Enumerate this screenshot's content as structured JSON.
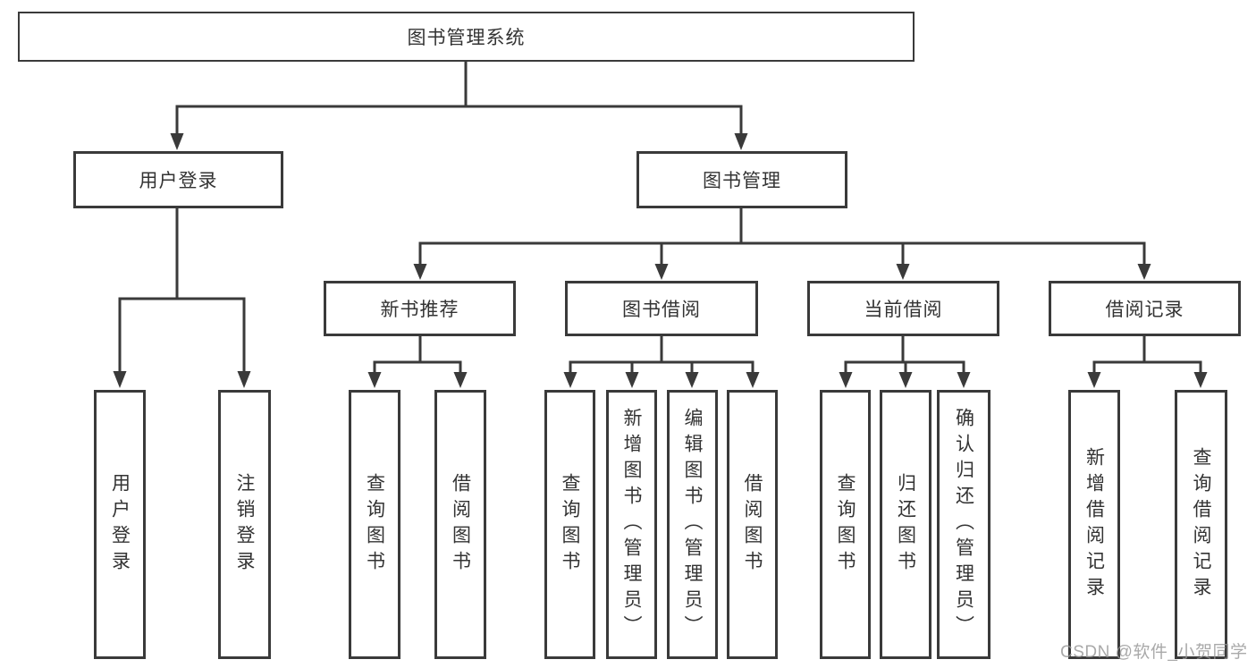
{
  "diagram": {
    "type": "hierarchy-functional-structure",
    "background": "#ffffff"
  },
  "tree": {
    "root": {
      "label": "图书管理系统",
      "children": [
        {
          "label": "用户登录",
          "children": [
            {
              "label": "用户登录"
            },
            {
              "label": "注销登录"
            }
          ]
        },
        {
          "label": "图书管理",
          "children": [
            {
              "label": "新书推荐",
              "children": [
                {
                  "label": "查询图书"
                },
                {
                  "label": "借阅图书"
                }
              ]
            },
            {
              "label": "图书借阅",
              "children": [
                {
                  "label": "查询图书"
                },
                {
                  "label": "新增图书（管理员）"
                },
                {
                  "label": "编辑图书（管理员）"
                },
                {
                  "label": "借阅图书"
                }
              ]
            },
            {
              "label": "当前借阅",
              "children": [
                {
                  "label": "查询图书"
                },
                {
                  "label": "归还图书"
                },
                {
                  "label": "确认归还（管理员）"
                }
              ]
            },
            {
              "label": "借阅记录",
              "children": [
                {
                  "label": "新增借阅记录"
                },
                {
                  "label": "查询借阅记录"
                }
              ]
            }
          ]
        }
      ]
    }
  },
  "watermark": {
    "text": "CSDN @软件_小贺同学"
  },
  "colors": {
    "line": "#3a3a3a",
    "box_border": "#3a3a3a",
    "text": "#333333",
    "background": "#ffffff",
    "watermark": "#969696"
  }
}
